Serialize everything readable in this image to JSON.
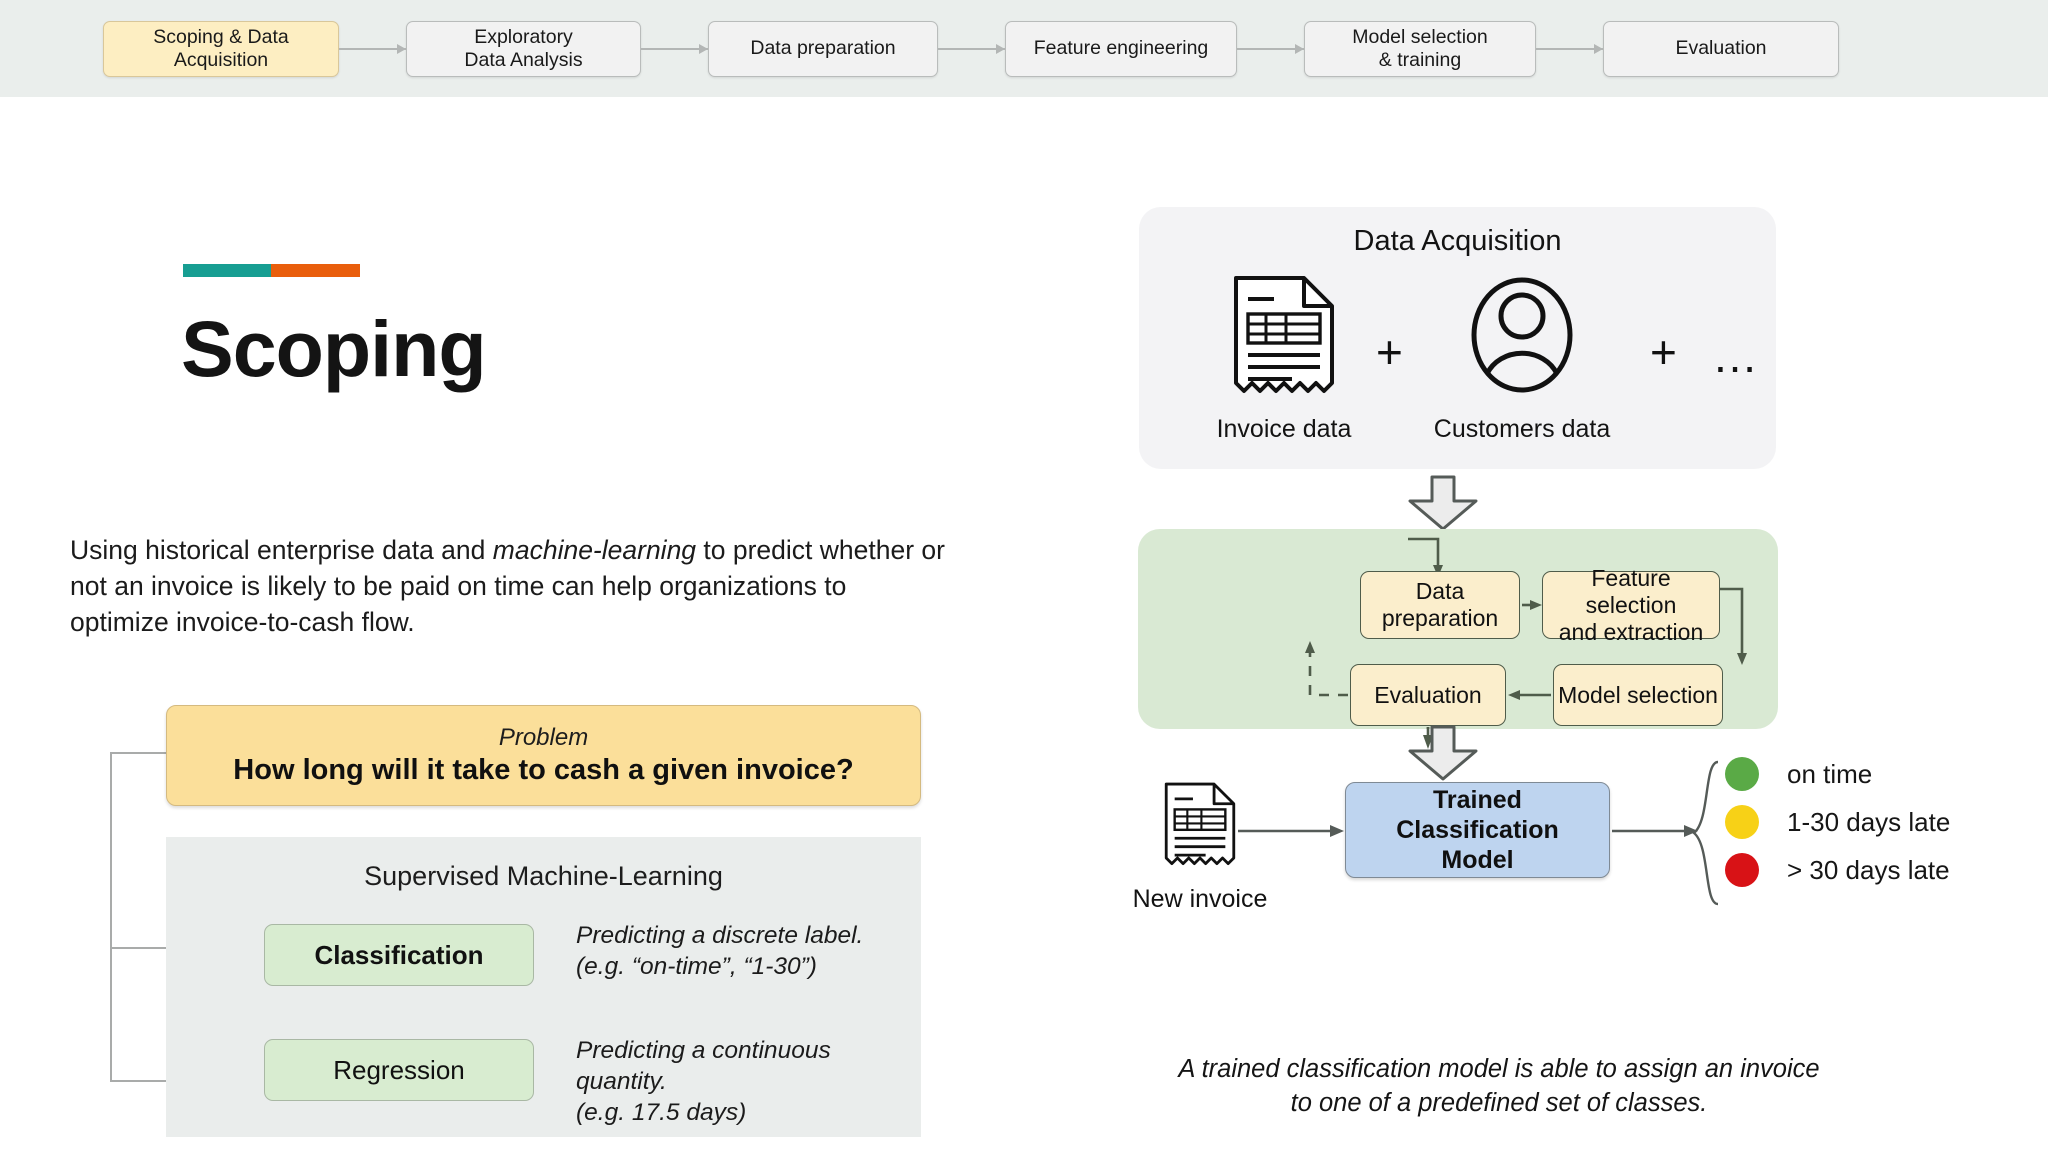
{
  "pipeline": {
    "steps": [
      {
        "label": "Scoping & Data\nAcquisition",
        "active": true
      },
      {
        "label": "Exploratory\nData Analysis",
        "active": false
      },
      {
        "label": "Data preparation",
        "active": false
      },
      {
        "label": "Feature engineering",
        "active": false
      },
      {
        "label": "Model selection\n& training",
        "active": false
      },
      {
        "label": "Evaluation",
        "active": false
      }
    ],
    "active_color": "#fdeec2",
    "inactive_color": "#f2f2f2",
    "strip_color": "#eaeeec"
  },
  "left": {
    "accent": {
      "teal": "#179e92",
      "orange": "#e95e0c"
    },
    "title": "Scoping",
    "intro_parts": {
      "a": "Using historical enterprise data and ",
      "em": "machine-learning",
      "b": " to predict whether or not an invoice is likely to be paid on time can help organizations to optimize invoice-to-cash flow."
    },
    "problem": {
      "label": "Problem",
      "question": "How long will it take to cash a given invoice?",
      "fill": "#fbdf9a"
    },
    "supervised": {
      "title": "Supervised Machine-Learning",
      "panel_fill": "#eaedec",
      "items": [
        {
          "name": "Classification",
          "bold": true,
          "desc_line1": "Predicting a discrete label.",
          "desc_line2": "(e.g. “on-time”, “1-30”)"
        },
        {
          "name": "Regression",
          "bold": false,
          "desc_line1": "Predicting a continuous quantity.",
          "desc_line2": "(e.g. 17.5 days)"
        }
      ],
      "box_fill": "#d8ecd0"
    }
  },
  "right": {
    "acquisition": {
      "title": "Data Acquisition",
      "panel_fill": "#f3f3f5",
      "sources": [
        {
          "icon": "invoice-document-icon",
          "caption": "Invoice data"
        },
        {
          "icon": "customer-person-icon",
          "caption": "Customers data"
        }
      ],
      "plus": "+",
      "ellipsis": "…"
    },
    "process": {
      "panel_fill": "#d9e9d3",
      "boxes": [
        {
          "id": "data-preparation",
          "label": "Data\npreparation"
        },
        {
          "id": "feature-selection",
          "label": "Feature selection\nand extraction"
        },
        {
          "id": "model-selection",
          "label": "Model selection"
        },
        {
          "id": "evaluation",
          "label": "Evaluation"
        }
      ],
      "box_fill": "#fbeecc"
    },
    "inference": {
      "new_invoice_caption": "New invoice",
      "model_label": "Trained\nClassification\nModel",
      "model_fill": "#bed4ef",
      "classes": [
        {
          "label": "on time",
          "color": "#5aaa46"
        },
        {
          "label": "1-30 days late",
          "color": "#f7d117"
        },
        {
          "label": "> 30 days late",
          "color": "#d81216"
        }
      ]
    },
    "caption_line1": "A trained classification model is able to assign an invoice",
    "caption_line2": "to one of a predefined set of classes."
  }
}
